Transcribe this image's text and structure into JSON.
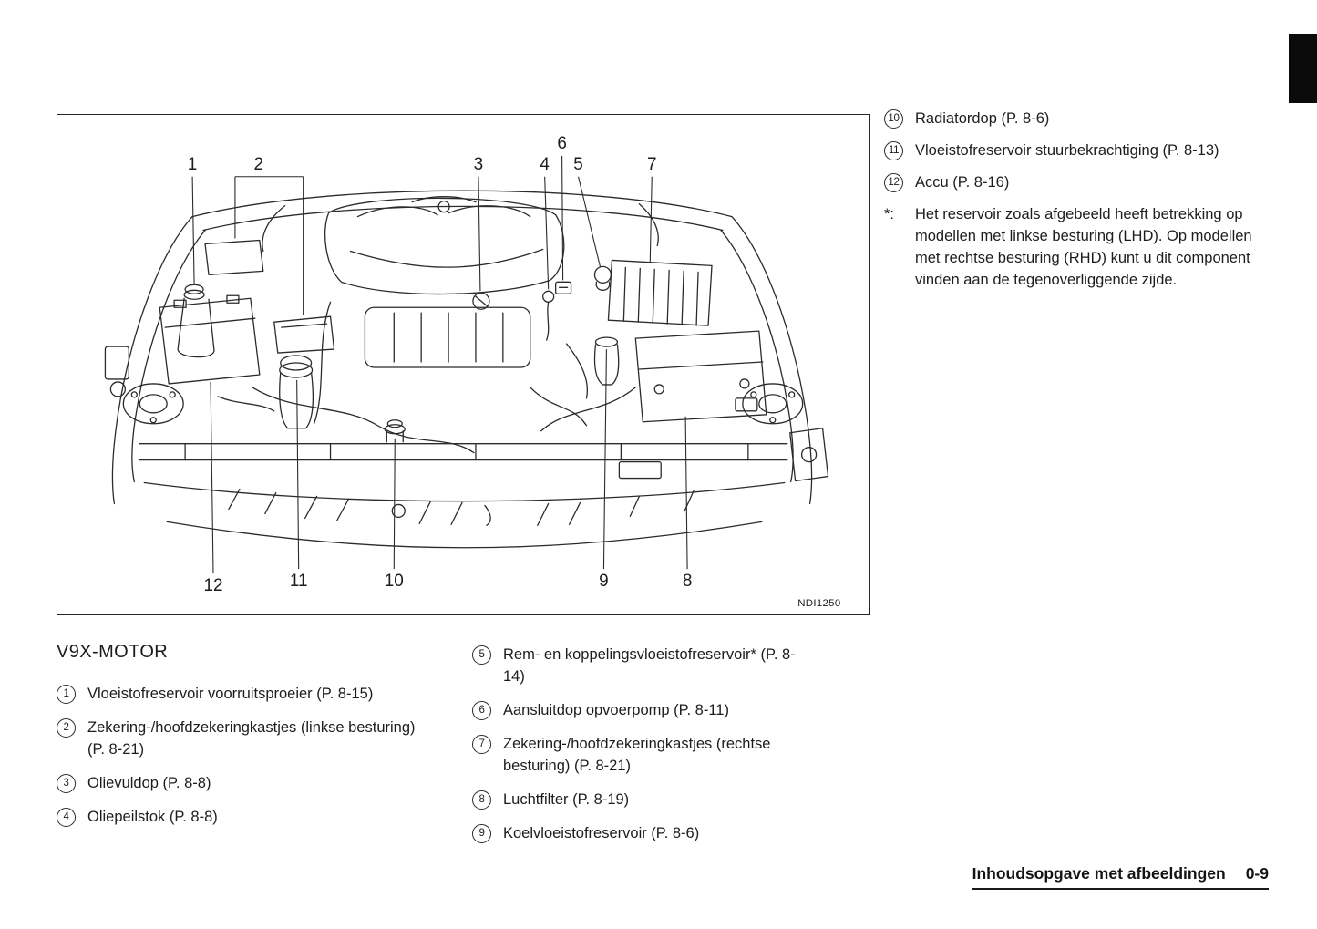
{
  "page": {
    "footer_title": "Inhoudsopgave met afbeeldingen",
    "footer_page_number": "0-9"
  },
  "diagram": {
    "figure_code": "NDI1250",
    "callouts": [
      "1",
      "2",
      "3",
      "4",
      "5",
      "6",
      "7",
      "8",
      "9",
      "10",
      "11",
      "12"
    ]
  },
  "right_legend": {
    "items": [
      {
        "num": "10",
        "text": "Radiatordop (P. 8-6)"
      },
      {
        "num": "11",
        "text": "Vloeistofreservoir stuurbekrachtiging (P. 8-13)"
      },
      {
        "num": "12",
        "text": "Accu (P. 8-16)"
      }
    ],
    "footnote_marker": "*:",
    "footnote_text": "Het reservoir zoals afgebeeld heeft betrekking op modellen met linkse besturing (LHD). Op modellen met rechtse besturing (RHD) kunt u dit component vinden aan de tegenoverliggende zijde."
  },
  "legend": {
    "title": "V9X-MOTOR",
    "left_items": [
      {
        "num": "1",
        "text": "Vloeistofreservoir voorruitsproeier (P. 8-15)"
      },
      {
        "num": "2",
        "text": "Zekering-/hoofdzekeringkastjes (linkse besturing) (P. 8-21)"
      },
      {
        "num": "3",
        "text": "Olievuldop (P. 8-8)"
      },
      {
        "num": "4",
        "text": "Oliepeilstok (P. 8-8)"
      }
    ],
    "mid_items": [
      {
        "num": "5",
        "text": "Rem- en koppelingsvloeistofreservoir* (P. 8-14)"
      },
      {
        "num": "6",
        "text": "Aansluitdop opvoerpomp (P. 8-11)"
      },
      {
        "num": "7",
        "text": "Zekering-/hoofdzekeringkastjes (rechtse besturing) (P. 8-21)"
      },
      {
        "num": "8",
        "text": "Luchtfilter (P. 8-19)"
      },
      {
        "num": "9",
        "text": "Koelvloeistofreservoir (P. 8-6)"
      }
    ]
  },
  "colors": {
    "ink": "#1d1d1d",
    "edge_tab": "#0b0b0b"
  }
}
